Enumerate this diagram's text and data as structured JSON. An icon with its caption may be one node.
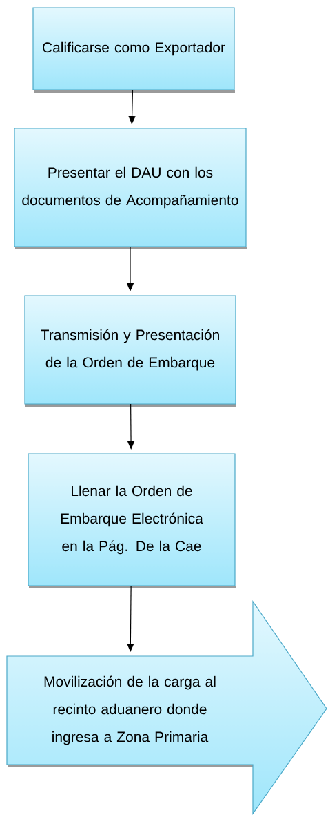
{
  "diagram": {
    "nodes": [
      {
        "text": [
          "Calificarse como Exportador"
        ]
      },
      {
        "text": [
          "Presentar el DAU con los documentos de Acompañamiento"
        ]
      },
      {
        "text": [
          "Transmisión y Presentación de la Orden de Embarque"
        ]
      },
      {
        "text": [
          "Llenar la Orden de Embarque Electrónica en la Pág. De la Cae"
        ]
      },
      {
        "text": [
          "Movilización de la carga al recinto aduanero donde ingresa a Zona Primaria"
        ]
      }
    ],
    "edges": [
      {
        "from": 0,
        "to": 1,
        "arrow": "to"
      },
      {
        "from": 1,
        "to": 2,
        "arrow": "to"
      },
      {
        "from": 2,
        "to": 3,
        "arrow": "to"
      },
      {
        "from": 3,
        "to": 4,
        "arrow": "to"
      }
    ]
  }
}
